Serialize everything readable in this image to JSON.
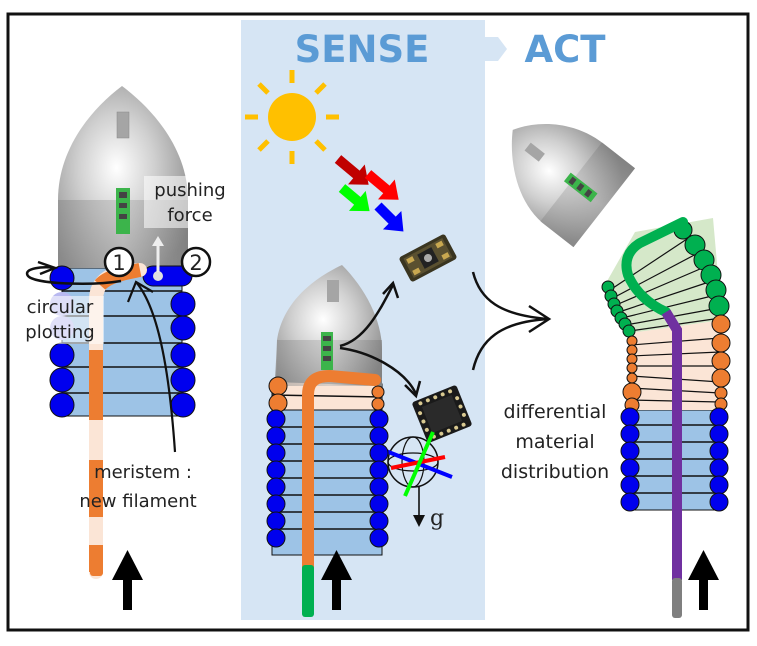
{
  "headers": {
    "sense": "SENSE",
    "act": "ACT"
  },
  "colors": {
    "sense_panel": "#d6e5f4",
    "header_blue": "#5b9bd5",
    "filament_orange": "#ed7d31",
    "filament_orange_light": "#fbe5d6",
    "bead_blue": "#0000ee",
    "layer_blue": "#9dc3e6",
    "bead_orange": "#ed7d31",
    "layer_orange": "#fbe5d6",
    "bead_green": "#00b050",
    "layer_green": "#d5e8c9",
    "filament_green": "#00b050",
    "filament_purple": "#7030a0",
    "filament_gray": "#7f7f7f",
    "sun": "#ffc000",
    "light_red_dark": "#c00000",
    "light_red": "#ff0000",
    "light_green": "#00ff00",
    "light_blue": "#0000ff"
  },
  "left_panel": {
    "labels": {
      "pushing_force_line1": "pushing",
      "pushing_force_line2": "force",
      "circular_plotting_line1": "circular",
      "circular_plotting_line2": "plotting",
      "meristem_line1": "meristem :",
      "meristem_line2": "new filament",
      "step1": "1",
      "step2": "2"
    }
  },
  "middle_panel": {
    "labels": {
      "gravity": "g"
    },
    "sensors": [
      "light-sensor",
      "accelerometer"
    ]
  },
  "right_panel": {
    "labels": {
      "line1": "differential",
      "line2": "material",
      "line3": "distribution"
    }
  }
}
